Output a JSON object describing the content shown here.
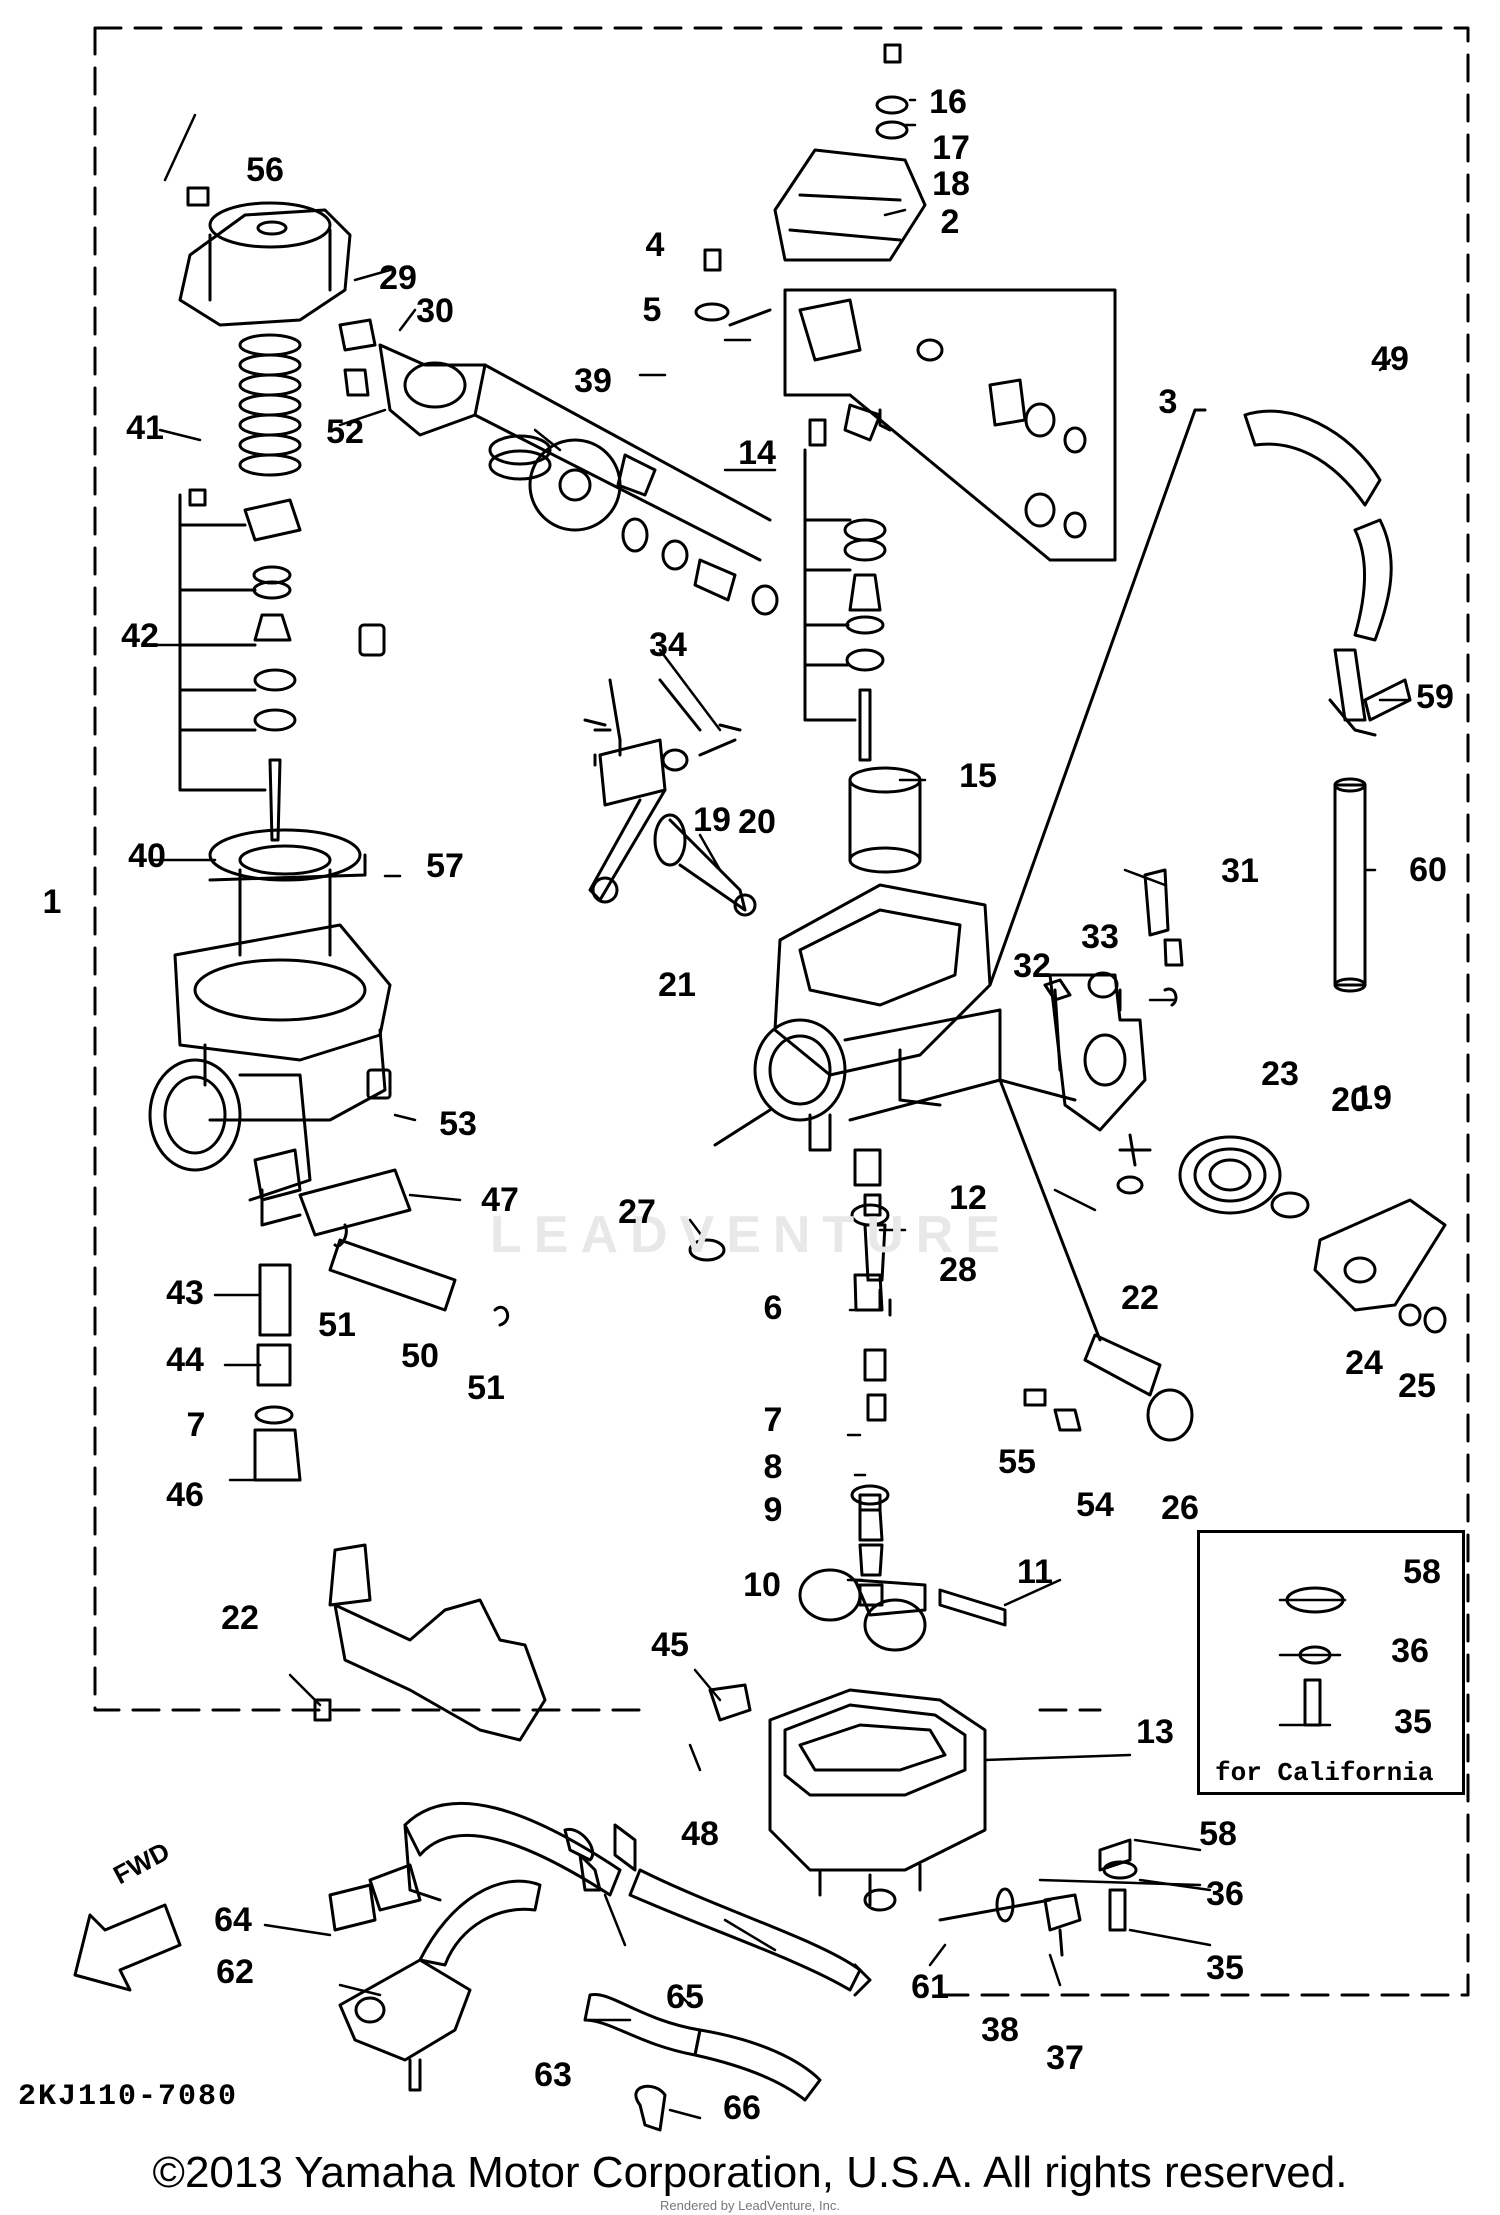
{
  "diagram": {
    "callouts": [
      "1",
      "2",
      "3",
      "4",
      "5",
      "6",
      "7",
      "8",
      "9",
      "10",
      "11",
      "12",
      "13",
      "14",
      "15",
      "16",
      "17",
      "18",
      "19",
      "20",
      "21",
      "22",
      "23",
      "24",
      "25",
      "26",
      "27",
      "28",
      "29",
      "30",
      "31",
      "32",
      "33",
      "34",
      "35",
      "36",
      "37",
      "38",
      "39",
      "40",
      "41",
      "42",
      "43",
      "44",
      "45",
      "46",
      "47",
      "48",
      "49",
      "50",
      "51",
      "52",
      "53",
      "54",
      "55",
      "56",
      "57",
      "58",
      "59",
      "60",
      "61",
      "62",
      "63",
      "64",
      "65",
      "66"
    ],
    "duplicate_callouts": {
      "7b": "7",
      "19b": "19",
      "20b": "20",
      "22b": "22",
      "35b": "35",
      "36b": "36",
      "51b": "51",
      "58b": "58"
    },
    "california_note": "for California",
    "fwd_label": "FWD",
    "diagram_code": "2KJ110-7080"
  },
  "footer": {
    "copyright": "©2013 Yamaha Motor Corporation, U.S.A. All rights reserved.",
    "rendered": "Rendered by LeadVenture, Inc."
  },
  "watermark": "LEADVENTURE"
}
